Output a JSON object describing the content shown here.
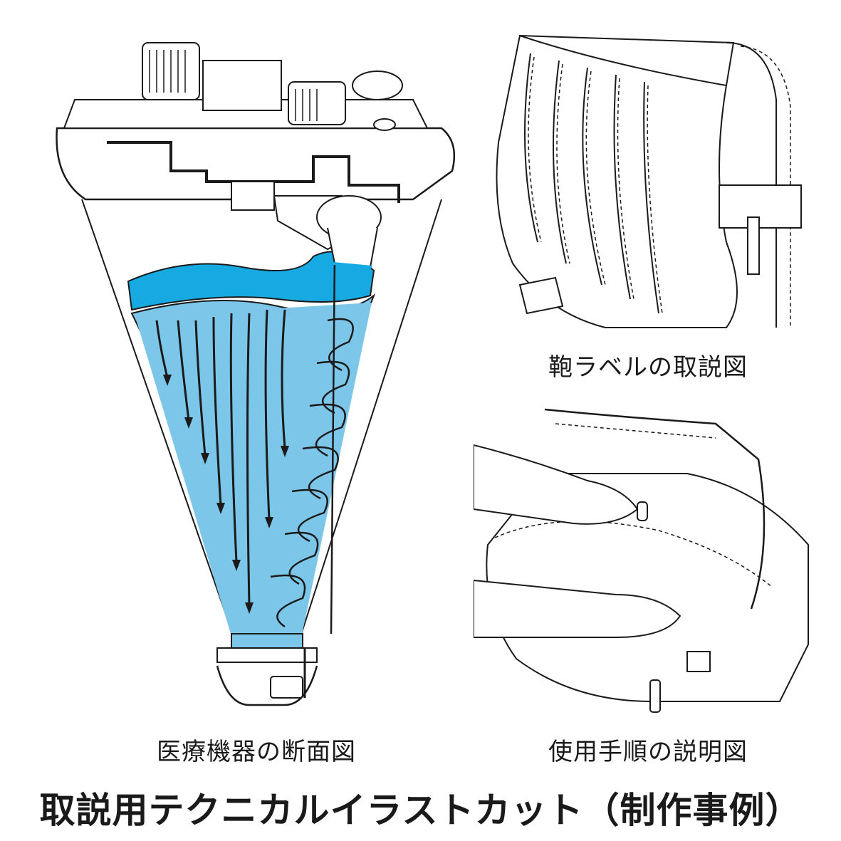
{
  "captions": {
    "cross_section": "医療機器の断面図",
    "bag_label": "鞄ラベルの取説図",
    "usage_steps": "使用手順の説明図"
  },
  "title": "取説用テクニカルイラストカット（制作事例）",
  "colors": {
    "fluid": "#7cc6ea",
    "fluid_surface": "#17a9e1",
    "line": "#1a1a1a",
    "background": "#ffffff"
  }
}
